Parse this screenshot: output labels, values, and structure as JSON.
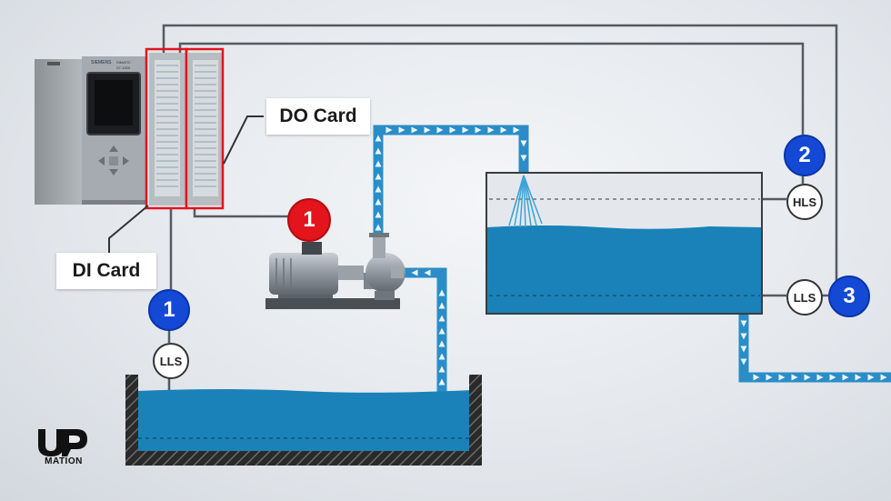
{
  "labels": {
    "do_card": "DO Card",
    "di_card": "DI Card"
  },
  "badges": {
    "motor": "1",
    "lls_bottom": "1",
    "hls": "2",
    "lls_top": "3"
  },
  "sensors": {
    "lls_bottom": "LLS",
    "hls": "HLS",
    "lls_top": "LLS"
  },
  "plc": {
    "brand": "SIEMENS",
    "model_line": "SIMATIC",
    "model": "S7-1500"
  },
  "logo": {
    "mark": "U",
    "text": "MATION"
  },
  "colors": {
    "water": "#1a82b8",
    "pipe": "#2b8dc7",
    "badge_blue": "#1449d6",
    "badge_red": "#e3141b",
    "highlight": "#e3141b",
    "wire": "#555b62"
  }
}
